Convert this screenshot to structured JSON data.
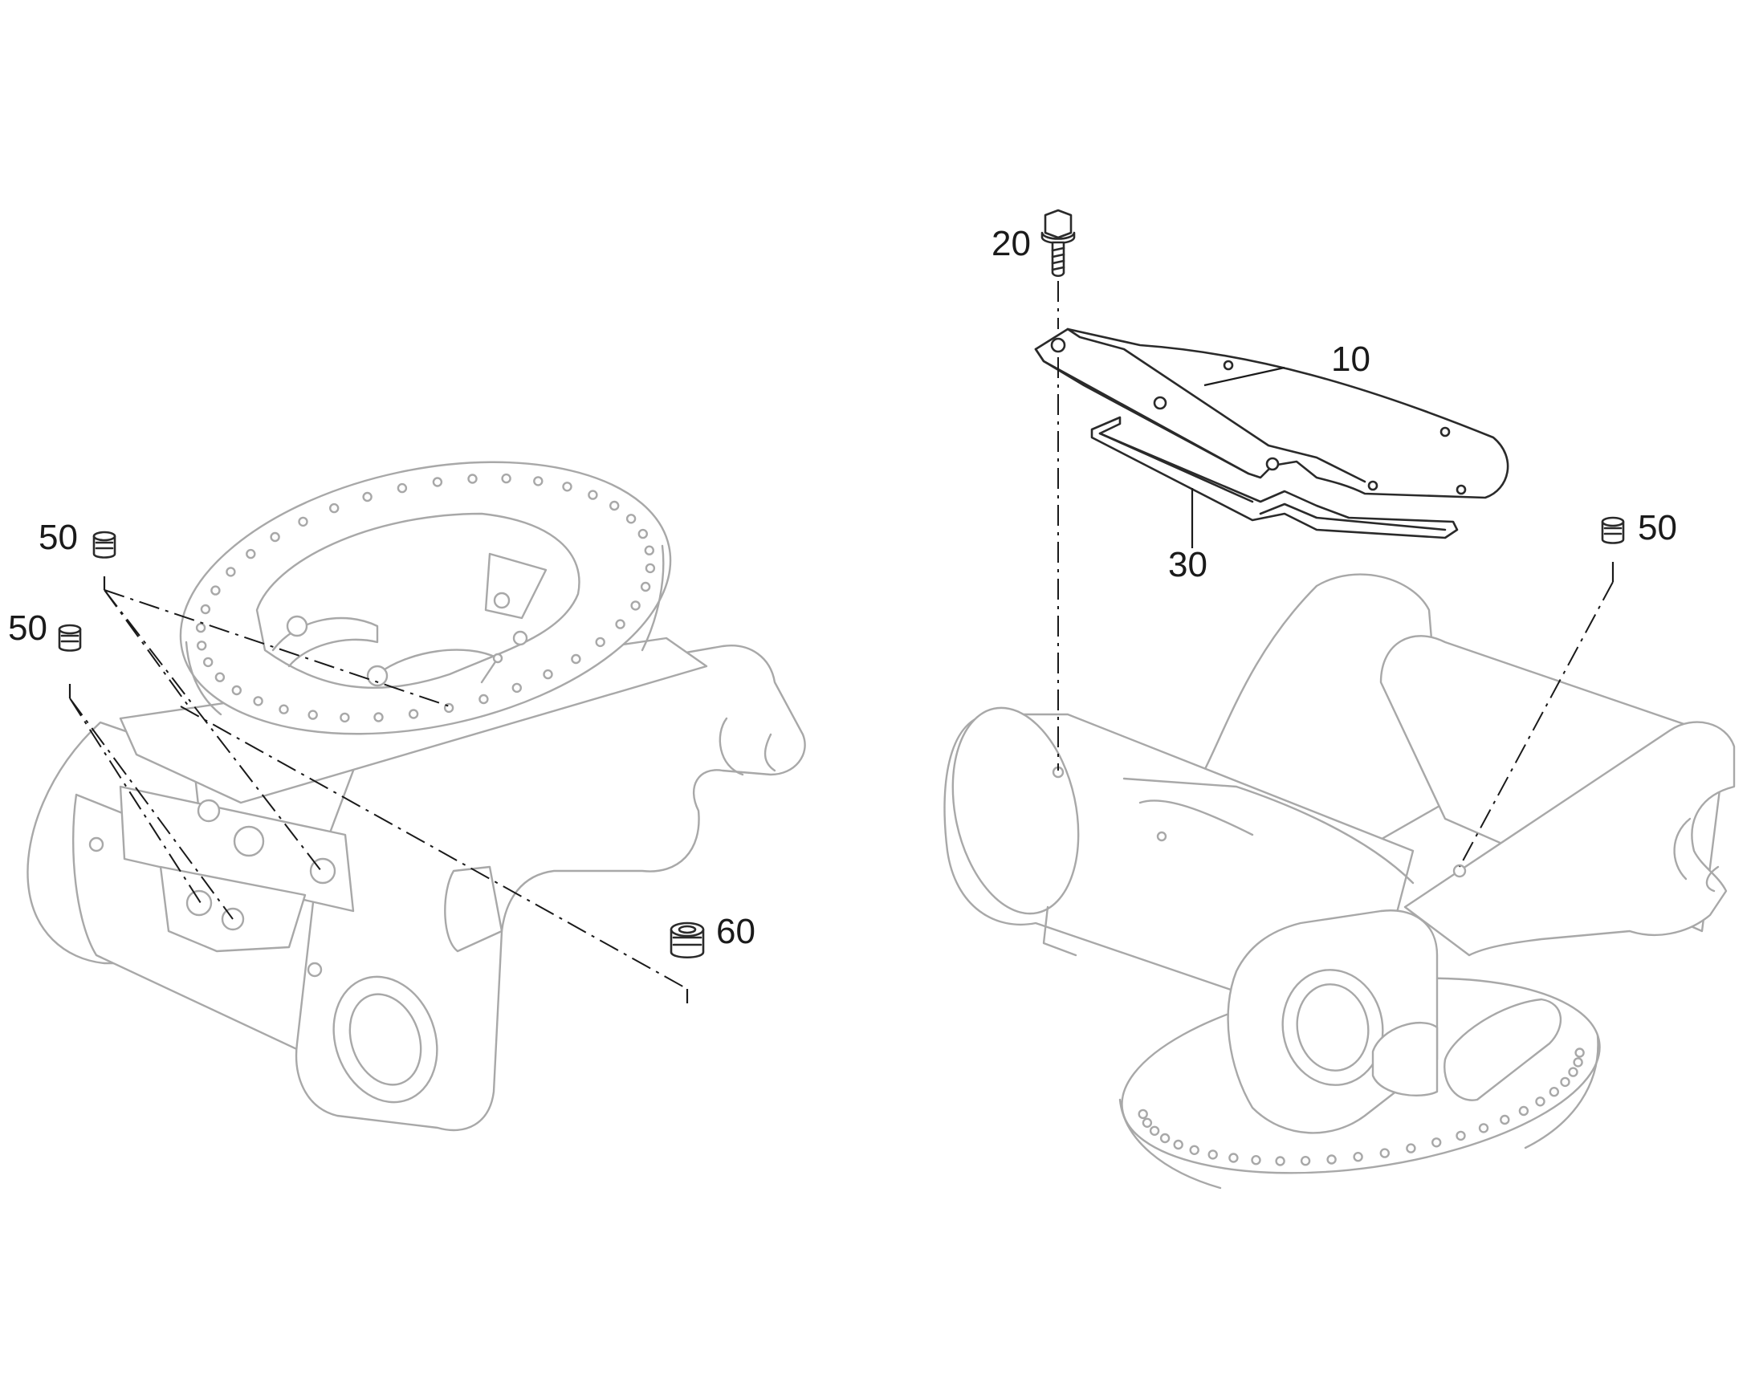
{
  "callouts": {
    "left_plug_upper": "50",
    "left_plug_lower": "50",
    "left_plug_large": "60",
    "right_bolt": "20",
    "right_cover": "10",
    "right_gasket": "30",
    "right_plug": "50"
  },
  "colors": {
    "background": "#ffffff",
    "parts_outline": "#a8a8a8",
    "highlighted_parts": "#2a2a2a",
    "text": "#1a1a1a"
  }
}
